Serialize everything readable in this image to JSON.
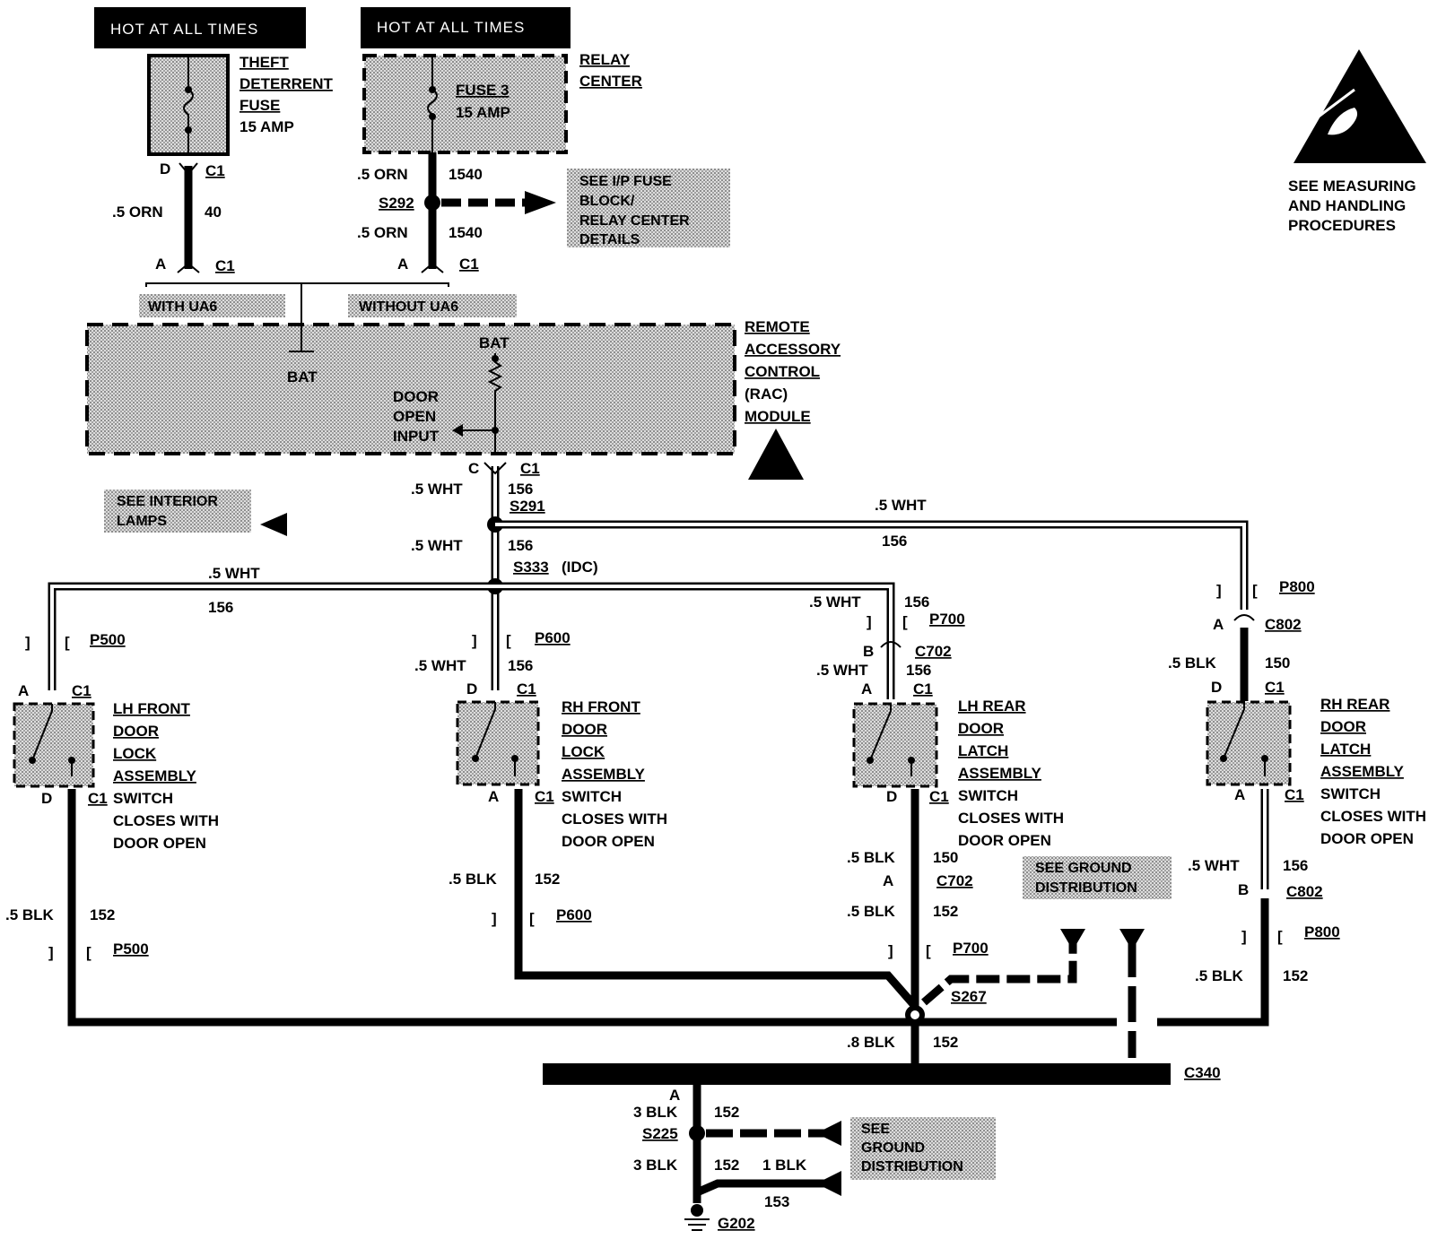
{
  "header": {
    "hot_left": "HOT AT ALL TIMES",
    "hot_right": "HOT AT ALL TIMES"
  },
  "fuses": {
    "theft_line1": "THEFT",
    "theft_line2": "DETERRENT",
    "theft_line3": "FUSE",
    "theft_line4": "15 AMP",
    "fuse3_line1": "FUSE 3",
    "fuse3_line2": "15 AMP",
    "relay_line1": "RELAY",
    "relay_line2": "CENTER"
  },
  "esd": {
    "line1": "SEE MEASURING",
    "line2": "AND HANDLING",
    "line3": "PROCEDURES"
  },
  "wires": {
    "orn_left": ".5 ORN",
    "orn_left_circuit": "40",
    "orn_top": ".5 ORN",
    "orn_top_circuit": "1540",
    "orn_mid": ".5 ORN",
    "orn_mid_circuit": "1540",
    "s292": "S292",
    "see_ip_1": "SEE I/P FUSE",
    "see_ip_2": "BLOCK/",
    "see_ip_3": "RELAY CENTER",
    "see_ip_4": "DETAILS",
    "with_ua6": "WITH UA6",
    "without_ua6": "WITHOUT UA6",
    "conn_d": "D",
    "conn_c1_a": "C1",
    "conn_a_left": "A",
    "conn_c1_b": "C1",
    "conn_a_right": "A",
    "conn_c1_c": "C1"
  },
  "rac": {
    "bat_left": "BAT",
    "bat_right": "BAT",
    "door1": "DOOR",
    "door2": "OPEN",
    "door3": "INPUT",
    "name1": "REMOTE",
    "name2": "ACCESSORY",
    "name3": "CONTROL",
    "name4": "(RAC)",
    "name5": "MODULE",
    "out_c": "C",
    "out_c1": "C1",
    "out_wht": ".5 WHT",
    "out_156": "156"
  },
  "splices": {
    "s291": "S291",
    "see_int_1": "SEE INTERIOR",
    "see_int_2": "LAMPS",
    "wht_top_right": ".5 WHT",
    "wht_top_right_circuit": "156",
    "wht_mid": ".5 WHT",
    "wht_mid_circuit": "156",
    "s333": "S333",
    "idc": "(IDC)",
    "wht_left": ".5 WHT",
    "wht_left_circuit": "156"
  },
  "lh_front": {
    "p500": "P500",
    "a": "A",
    "c1": "C1",
    "n1": "LH FRONT",
    "n2": "DOOR",
    "n3": "LOCK",
    "n4": "ASSEMBLY",
    "d": "D",
    "c1b": "C1",
    "sw1": "SWITCH",
    "sw2": "CLOSES WITH",
    "sw3": "DOOR OPEN",
    "blk": ".5 BLK",
    "blk_circuit": "152",
    "p500b": "P500"
  },
  "rh_front": {
    "p600": "P600",
    "wht": ".5 WHT",
    "wht_circuit": "156",
    "d": "D",
    "c1": "C1",
    "n1": "RH FRONT",
    "n2": "DOOR",
    "n3": "LOCK",
    "n4": "ASSEMBLY",
    "a": "A",
    "c1b": "C1",
    "sw1": "SWITCH",
    "sw2": "CLOSES WITH",
    "sw3": "DOOR OPEN",
    "blk": ".5 BLK",
    "blk_circuit": "152",
    "p600b": "P600"
  },
  "lh_rear": {
    "wht1": ".5 WHT",
    "wht1_circuit": "156",
    "p700": "P700",
    "b": "B",
    "c702": "C702",
    "wht2": ".5 WHT",
    "wht2_circuit": "156",
    "a": "A",
    "c1": "C1",
    "n1": "LH REAR",
    "n2": "DOOR",
    "n3": "LATCH",
    "n4": "ASSEMBLY",
    "d": "D",
    "c1b": "C1",
    "sw1": "SWITCH",
    "sw2": "CLOSES WITH",
    "sw3": "DOOR OPEN",
    "blk1": ".5 BLK",
    "blk1_circuit": "150",
    "a2": "A",
    "c702b": "C702",
    "blk2": ".5 BLK",
    "blk2_circuit": "152",
    "p700b": "P700",
    "see_gnd_1": "SEE GROUND",
    "see_gnd_2": "DISTRIBUTION"
  },
  "rh_rear": {
    "p800": "P800",
    "a": "A",
    "c802": "C802",
    "blk": ".5 BLK",
    "blk_circuit": "150",
    "d": "D",
    "c1": "C1",
    "n1": "RH REAR",
    "n2": "DOOR",
    "n3": "LATCH",
    "n4": "ASSEMBLY",
    "a2": "A",
    "c1b": "C1",
    "sw1": "SWITCH",
    "sw2": "CLOSES WITH",
    "sw3": "DOOR OPEN",
    "wht": ".5 WHT",
    "wht_circuit": "156",
    "b": "B",
    "c802b": "C802",
    "p800b": "P800",
    "blk2": ".5 BLK",
    "blk2_circuit": "152"
  },
  "ground": {
    "s267": "S267",
    "blk8": ".8 BLK",
    "blk8_circuit": "152",
    "c340": "C340",
    "a": "A",
    "blk3a": "3 BLK",
    "blk3a_circuit": "152",
    "s225": "S225",
    "blk3b": "3 BLK",
    "blk3b_circuit": "152",
    "blk1": "1 BLK",
    "circuit153": "153",
    "g202": "G202",
    "see_gnd_1": "SEE",
    "see_gnd_2": "GROUND",
    "see_gnd_3": "DISTRIBUTION"
  }
}
